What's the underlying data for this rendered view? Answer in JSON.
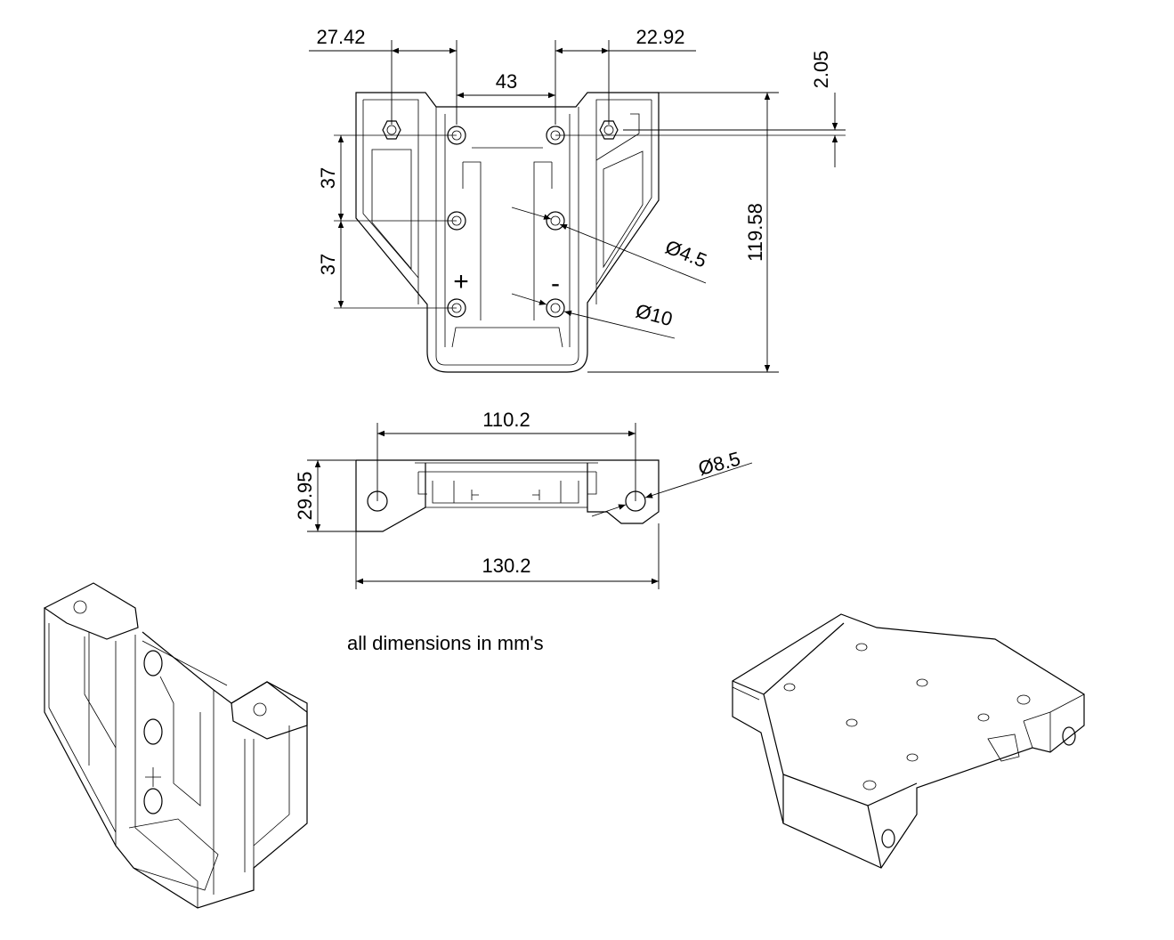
{
  "drawing": {
    "front_view": {
      "dim_left_offset": "27.42",
      "dim_right_offset": "22.92",
      "dim_hole_spacing_x": "43",
      "dim_top_offset": "2.05",
      "dim_hole_spacing_y1": "37",
      "dim_hole_spacing_y2": "37",
      "dim_height": "119.58",
      "dim_small_hole": "Ø4.5",
      "dim_large_hole": "Ø10",
      "plus_mark": "+",
      "minus_mark": "-"
    },
    "top_view": {
      "dim_mount_hole_spacing": "110.2",
      "dim_depth": "29.95",
      "dim_mount_hole": "Ø8.5",
      "dim_overall_width": "130.2"
    },
    "note": "all dimensions in mm's"
  }
}
